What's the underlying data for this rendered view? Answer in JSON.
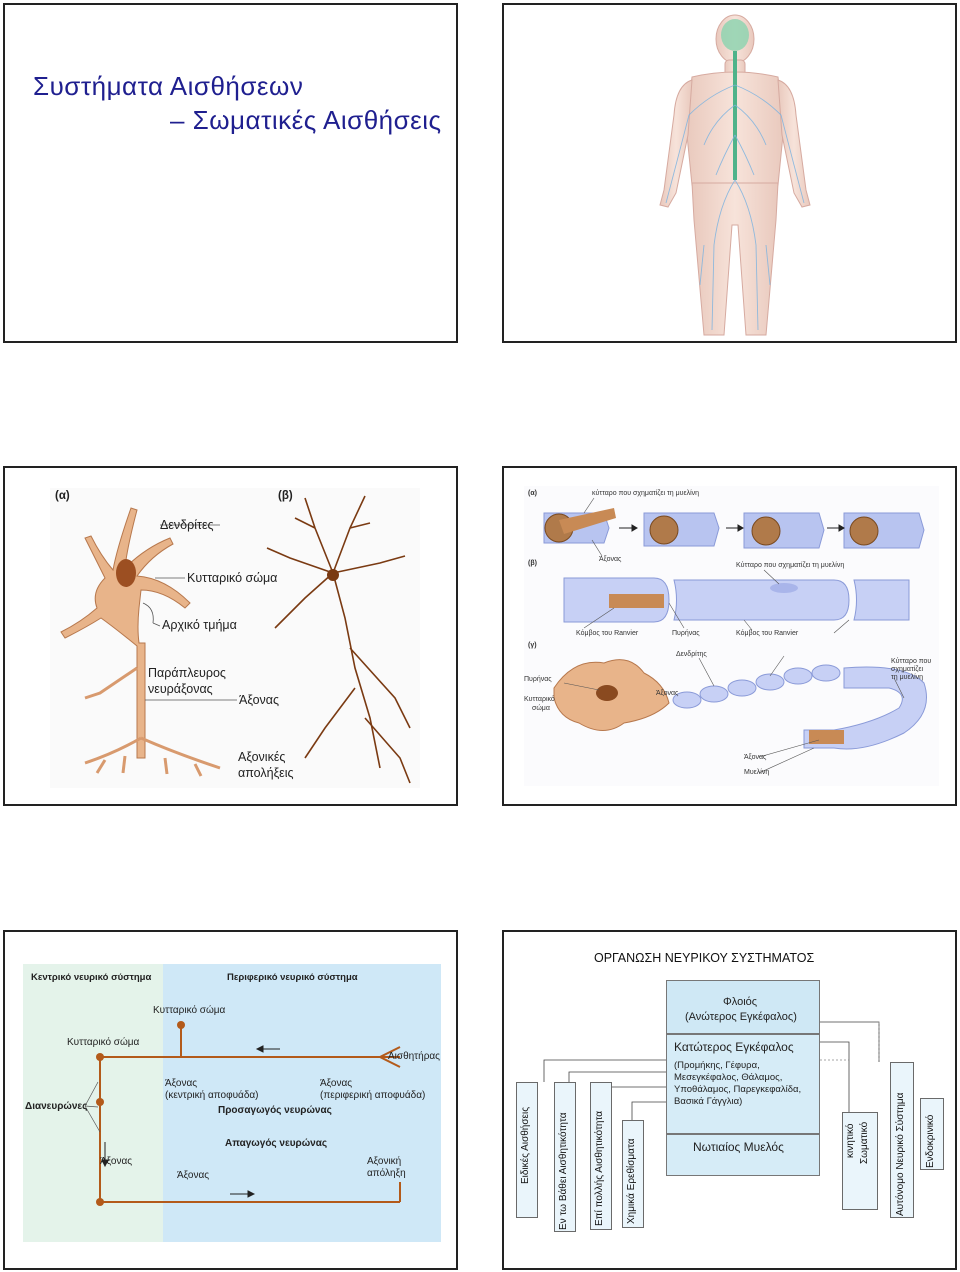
{
  "slide1": {
    "title_line1": "Συστήματα Αισθήσεων",
    "title_line2": "– Σωματικές Αισθήσεις"
  },
  "slide3": {
    "label_a": "(α)",
    "label_b": "(β)",
    "dendrites": "Δενδρίτες",
    "cell_body": "Κυτταρικό σώμα",
    "initial_segment": "Αρχικό τμήμα",
    "collateral_line1": "Παράπλευρος",
    "collateral_line2": "νευράξονας",
    "axon": "Άξονας",
    "terminals_line1": "Αξονικές",
    "terminals_line2": "απολήξεις"
  },
  "slide4": {
    "label_a": "(α)",
    "label_b": "(β)",
    "label_c": "(γ)",
    "myelin_cell": "κύτταρο που σχηματίζει τη μυελίνη",
    "axon": "Άξονας",
    "myelin_cell_b": "Κύτταρο που σχηματίζει τη μυελίνη",
    "node_ranvier": "Κόμβος του Ranvier",
    "nucleus": "Πυρήνας",
    "nucleus_c": "Πυρήνας",
    "dendrites": "Δενδρίτης",
    "node_ranvier_c": "Κόμβος του Ranvier",
    "myelin_cell_c_line1": "Κύτταρο που",
    "myelin_cell_c_line2": "σχηματίζει",
    "myelin_cell_c_line3": "τη μυελίνη",
    "cell_body_line1": "Κυτταρικό",
    "cell_body_line2": "σώμα",
    "axon_c1": "Άξονας",
    "axon_c2": "Άξονας",
    "myelin": "Μυελίνη"
  },
  "slide5": {
    "cns_header": "Κεντρικό νευρικό σύστημα",
    "pns_header": "Περιφερικό νευρικό σύστημα",
    "cell_body_top": "Κυτταρικό σώμα",
    "cell_body_left": "Κυτταρικό σώμα",
    "receptor": "Αισθητήρας",
    "axon_central_line1": "Άξονας",
    "axon_central_line2": "(κεντρική αποφυάδα)",
    "axon_peripheral_line1": "Άξονας",
    "axon_peripheral_line2": "(περιφερική αποφυάδα)",
    "afferent": "Προσαγωγός νευρώνας",
    "interneurons": "Διανευρώνες",
    "efferent": "Απαγωγός νευρώνας",
    "axon_left": "Άξονας",
    "axon_bottom": "Άξονας",
    "terminal_line1": "Αξονική",
    "terminal_line2": "απόληξη"
  },
  "slide6": {
    "title": "ΟΡΓΑΝΩΣΗ ΝΕΥΡΙΚΟΥ ΣΥΣΤΗΜΑΤΟΣ",
    "cortex_line1": "Φλοιός",
    "cortex_line2": "(Ανώτερος Εγκέφαλος)",
    "lower_brain": "Κατώτερος Εγκέφαλος",
    "lower_brain_detail_line1": "(Προμήκης, Γέφυρα,",
    "lower_brain_detail_line2": "Μεσεγκέφαλος, Θάλαμος,",
    "lower_brain_detail_line3": "Υποθάλαμος, Παρεγκεφαλίδα,",
    "lower_brain_detail_line4": "Βασικά Γάγγλια)",
    "spinal_cord": "Νωτιαίος Μυελός",
    "special_senses": "Ειδικές Αισθήσεις",
    "deep_sensitivity": "Εν τω Βάθει Αισθητικότητα",
    "superficial_sensitivity": "Επί πολλής Αισθητικότητα",
    "chemical_stimuli": "Χημικά Ερεθίσματα",
    "somatic_motor_line1": "Σωματικό",
    "somatic_motor_line2": "κινητικό",
    "autonomic": "Αυτόνομο Νευρικό Σύστημα",
    "endocrine": "Ενδοκρινικό"
  },
  "colors": {
    "title_blue": "#1f1f8f",
    "neuron_tan": "#e8b48a",
    "neuron_dark": "#8a4a20",
    "myelin_blue": "#b8c4f0",
    "pns_bg": "#cfe8f7",
    "cns_bg": "#e4f3ea",
    "box_blue": "#cfe8f5",
    "nerve_line": "#b35a1a"
  }
}
